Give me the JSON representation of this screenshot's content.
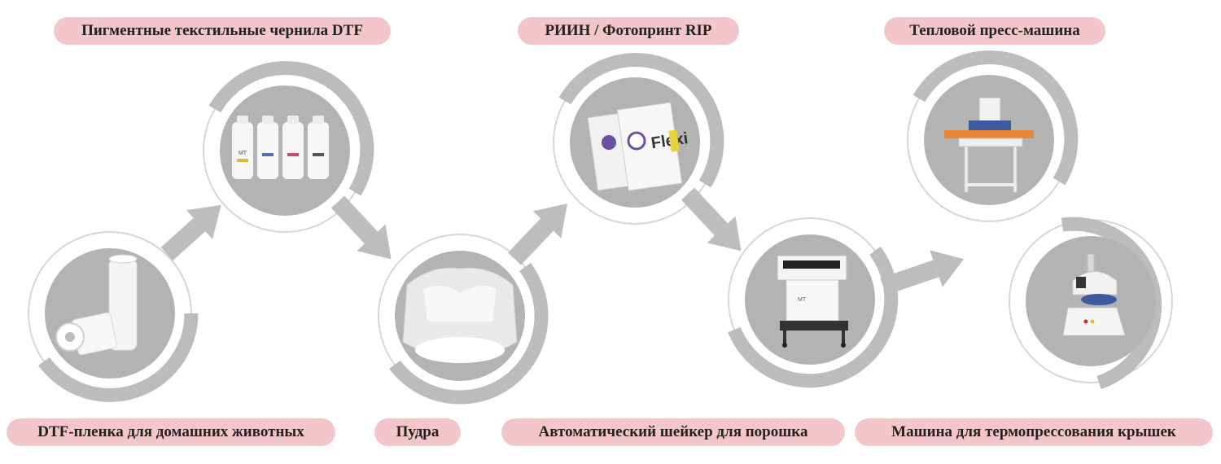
{
  "colors": {
    "accent": "#f2c6cb",
    "ring": "#bcbcbc",
    "disc": "#b3b3b3",
    "arrow": "#bdbdbd",
    "outline": "#d6d6d6"
  },
  "labels": {
    "pet_film": "DTF-пленка для домашних животных",
    "pigment_ink": "Пигментные текстильные чернила DTF",
    "powder": "Пудра",
    "rip": "РИИН / Фотопринт RIP",
    "shaker": "Автоматический шейкер для порошка",
    "heat_press": "Тепловой пресс-машина",
    "cap_press": "Машина для термопрессования крышек"
  },
  "products": {
    "ink_bottle_brand": "MT",
    "rip_brand": "Flexi"
  },
  "icons": [
    "film-roll-icon",
    "ink-bottles-icon",
    "powder-bag-icon",
    "rip-software-icon",
    "printer-shaker-icon",
    "heat-press-icon",
    "cap-press-icon",
    "arrow-icon"
  ]
}
